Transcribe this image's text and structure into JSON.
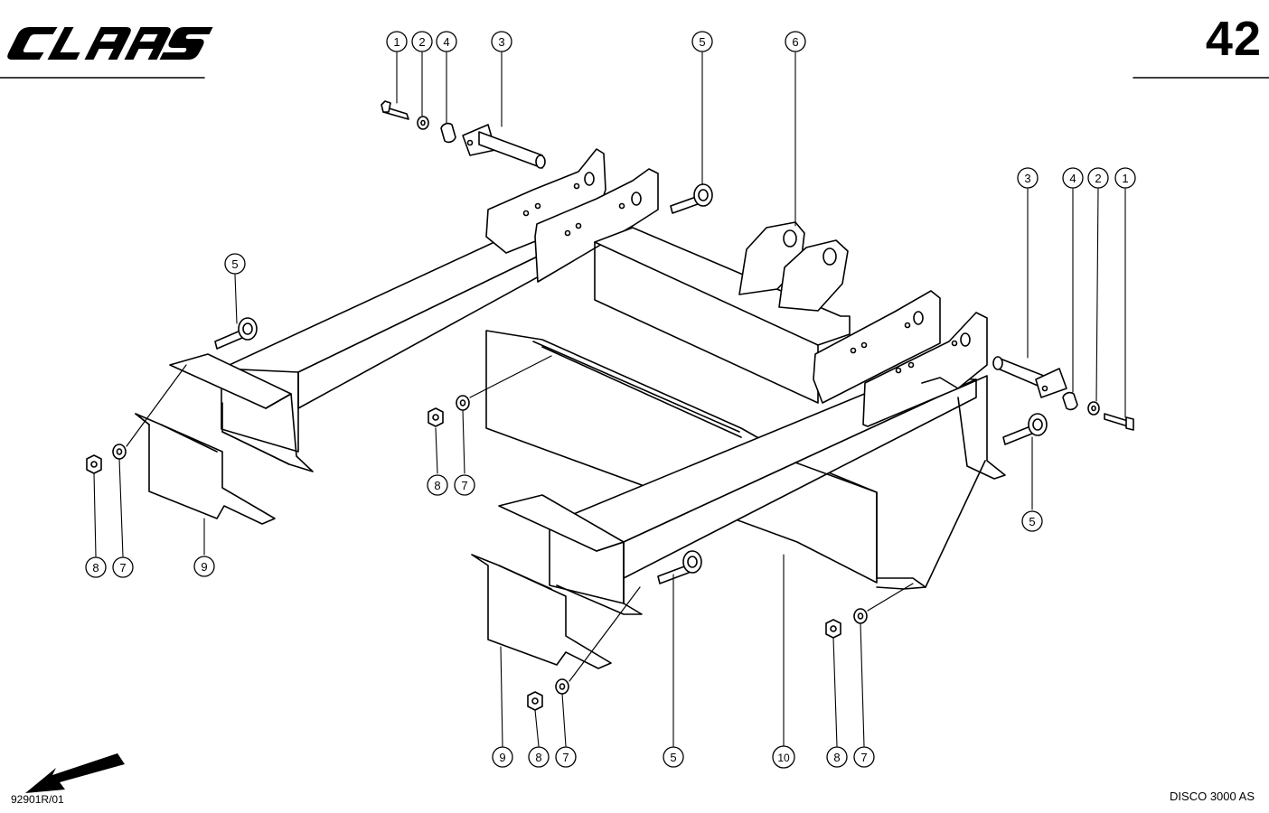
{
  "header": {
    "brand": "CLAAS",
    "page_number": "42"
  },
  "footer": {
    "drawing_code": "92901R/01",
    "model": "DISCO 3000 AS"
  },
  "callouts": [
    {
      "id": "c-1a",
      "label": "1"
    },
    {
      "id": "c-2a",
      "label": "2"
    },
    {
      "id": "c-4a",
      "label": "4"
    },
    {
      "id": "c-3a",
      "label": "3"
    },
    {
      "id": "c-5a",
      "label": "5"
    },
    {
      "id": "c-6a",
      "label": "6"
    },
    {
      "id": "c-3b",
      "label": "3"
    },
    {
      "id": "c-4b",
      "label": "4"
    },
    {
      "id": "c-2b",
      "label": "2"
    },
    {
      "id": "c-1b",
      "label": "1"
    },
    {
      "id": "c-5b",
      "label": "5"
    },
    {
      "id": "c-8a",
      "label": "8"
    },
    {
      "id": "c-7a",
      "label": "7"
    },
    {
      "id": "c-8b",
      "label": "8"
    },
    {
      "id": "c-7b",
      "label": "7"
    },
    {
      "id": "c-9a",
      "label": "9"
    },
    {
      "id": "c-5c",
      "label": "5"
    },
    {
      "id": "c-9b",
      "label": "9"
    },
    {
      "id": "c-8c",
      "label": "8"
    },
    {
      "id": "c-7c",
      "label": "7"
    },
    {
      "id": "c-5d",
      "label": "5"
    },
    {
      "id": "c-10",
      "label": "10"
    },
    {
      "id": "c-8d",
      "label": "8"
    },
    {
      "id": "c-7d",
      "label": "7"
    }
  ]
}
